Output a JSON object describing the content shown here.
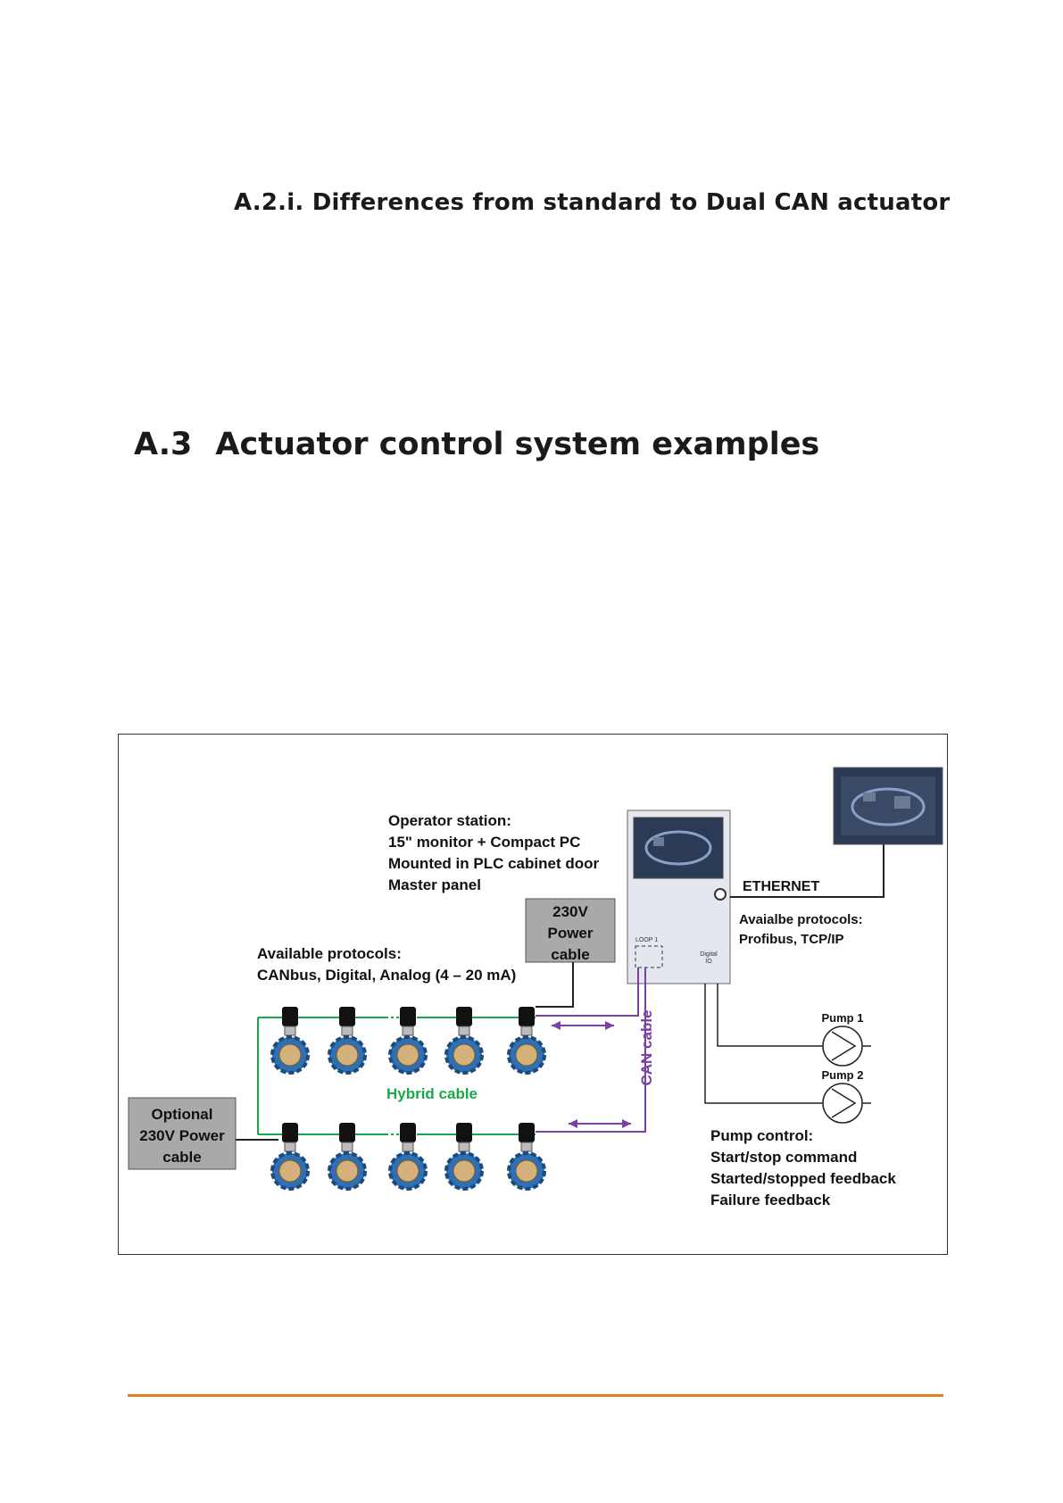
{
  "headings": {
    "sub": "A.2.i.  Differences from standard to Dual CAN actuator",
    "main_number": "A.3",
    "main_title": "Actuator control system examples"
  },
  "diagram": {
    "operator_station": [
      "Operator station:",
      "15\" monitor + Compact PC",
      "Mounted in PLC cabinet door",
      "Master panel"
    ],
    "power_box": [
      "230V",
      "Power",
      "cable"
    ],
    "available_protocols": [
      "Available protocols:",
      "CANbus, Digital, Analog (4 – 20 mA)"
    ],
    "ethernet": "ETHERNET",
    "ethernet_protocols": [
      "Avaialbe protocols:",
      "Profibus, TCP/IP"
    ],
    "loop": "LOOP 1",
    "digital_io": [
      "Digital",
      "IO"
    ],
    "pump1": "Pump 1",
    "pump2": "Pump 2",
    "can_cable": "CAN cable",
    "hybrid_cable": "Hybrid cable",
    "optional_box": [
      "Optional",
      "230V Power",
      "cable"
    ],
    "pump_control": [
      "Pump control:",
      "Start/stop command",
      "Started/stopped feedback",
      "Failure feedback"
    ],
    "colors": {
      "hybrid": "#1aa84a",
      "can": "#7b3fa6",
      "box_fill": "#a9a9a9",
      "valve_body": "#2f6fb3",
      "valve_disc": "#d4b17a"
    }
  }
}
